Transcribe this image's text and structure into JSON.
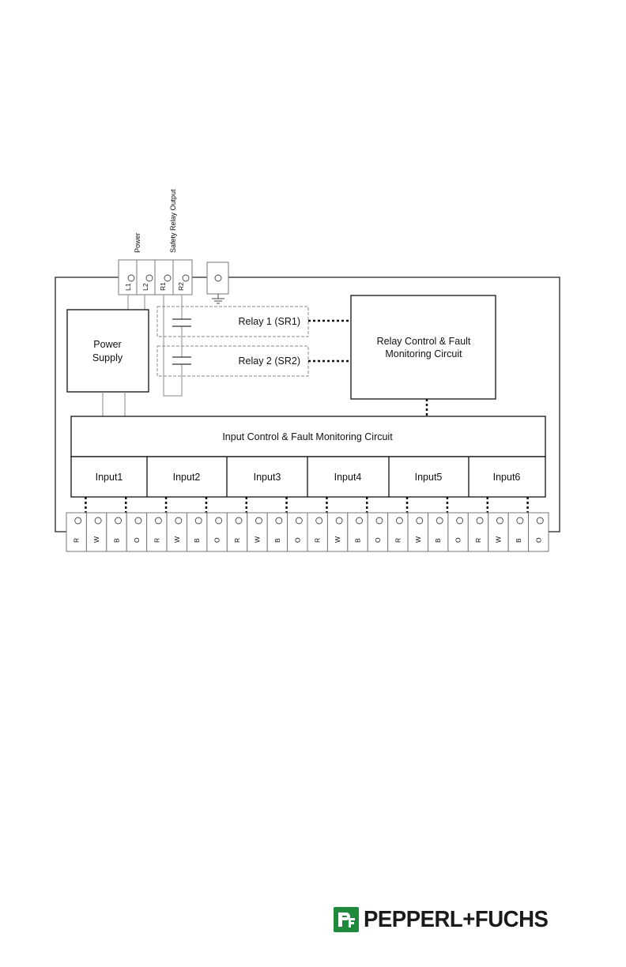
{
  "labels": {
    "power": "Power",
    "safety_relay_output": "Safety Relay Output"
  },
  "top_terminals": [
    "L1",
    "L2",
    "R1",
    "R2"
  ],
  "blocks": {
    "power_supply_line1": "Power",
    "power_supply_line2": "Supply",
    "relay1": "Relay 1 (SR1)",
    "relay2": "Relay 2 (SR2)",
    "relay_control_line1": "Relay Control & Fault",
    "relay_control_line2": "Monitoring Circuit",
    "input_control": "Input Control & Fault Monitoring Circuit"
  },
  "inputs": [
    "Input1",
    "Input2",
    "Input3",
    "Input4",
    "Input5",
    "Input6"
  ],
  "bottom_terminal_letters": [
    "R",
    "W",
    "B",
    "O"
  ],
  "brand": {
    "name": "PEPPERL+FUCHS",
    "color": "#1f8a3b"
  }
}
